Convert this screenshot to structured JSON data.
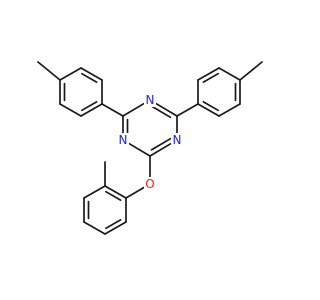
{
  "molecule": {
    "atoms": [
      {
        "symbol": "N",
        "color": "#2222ee"
      },
      {
        "symbol": "N",
        "color": "#2222ee"
      },
      {
        "symbol": "N",
        "color": "#2222ee"
      },
      {
        "symbol": "O",
        "color": "#ee2222"
      }
    ]
  },
  "colors": {
    "bond": "#1a1a1a",
    "background": "#ffffff"
  }
}
